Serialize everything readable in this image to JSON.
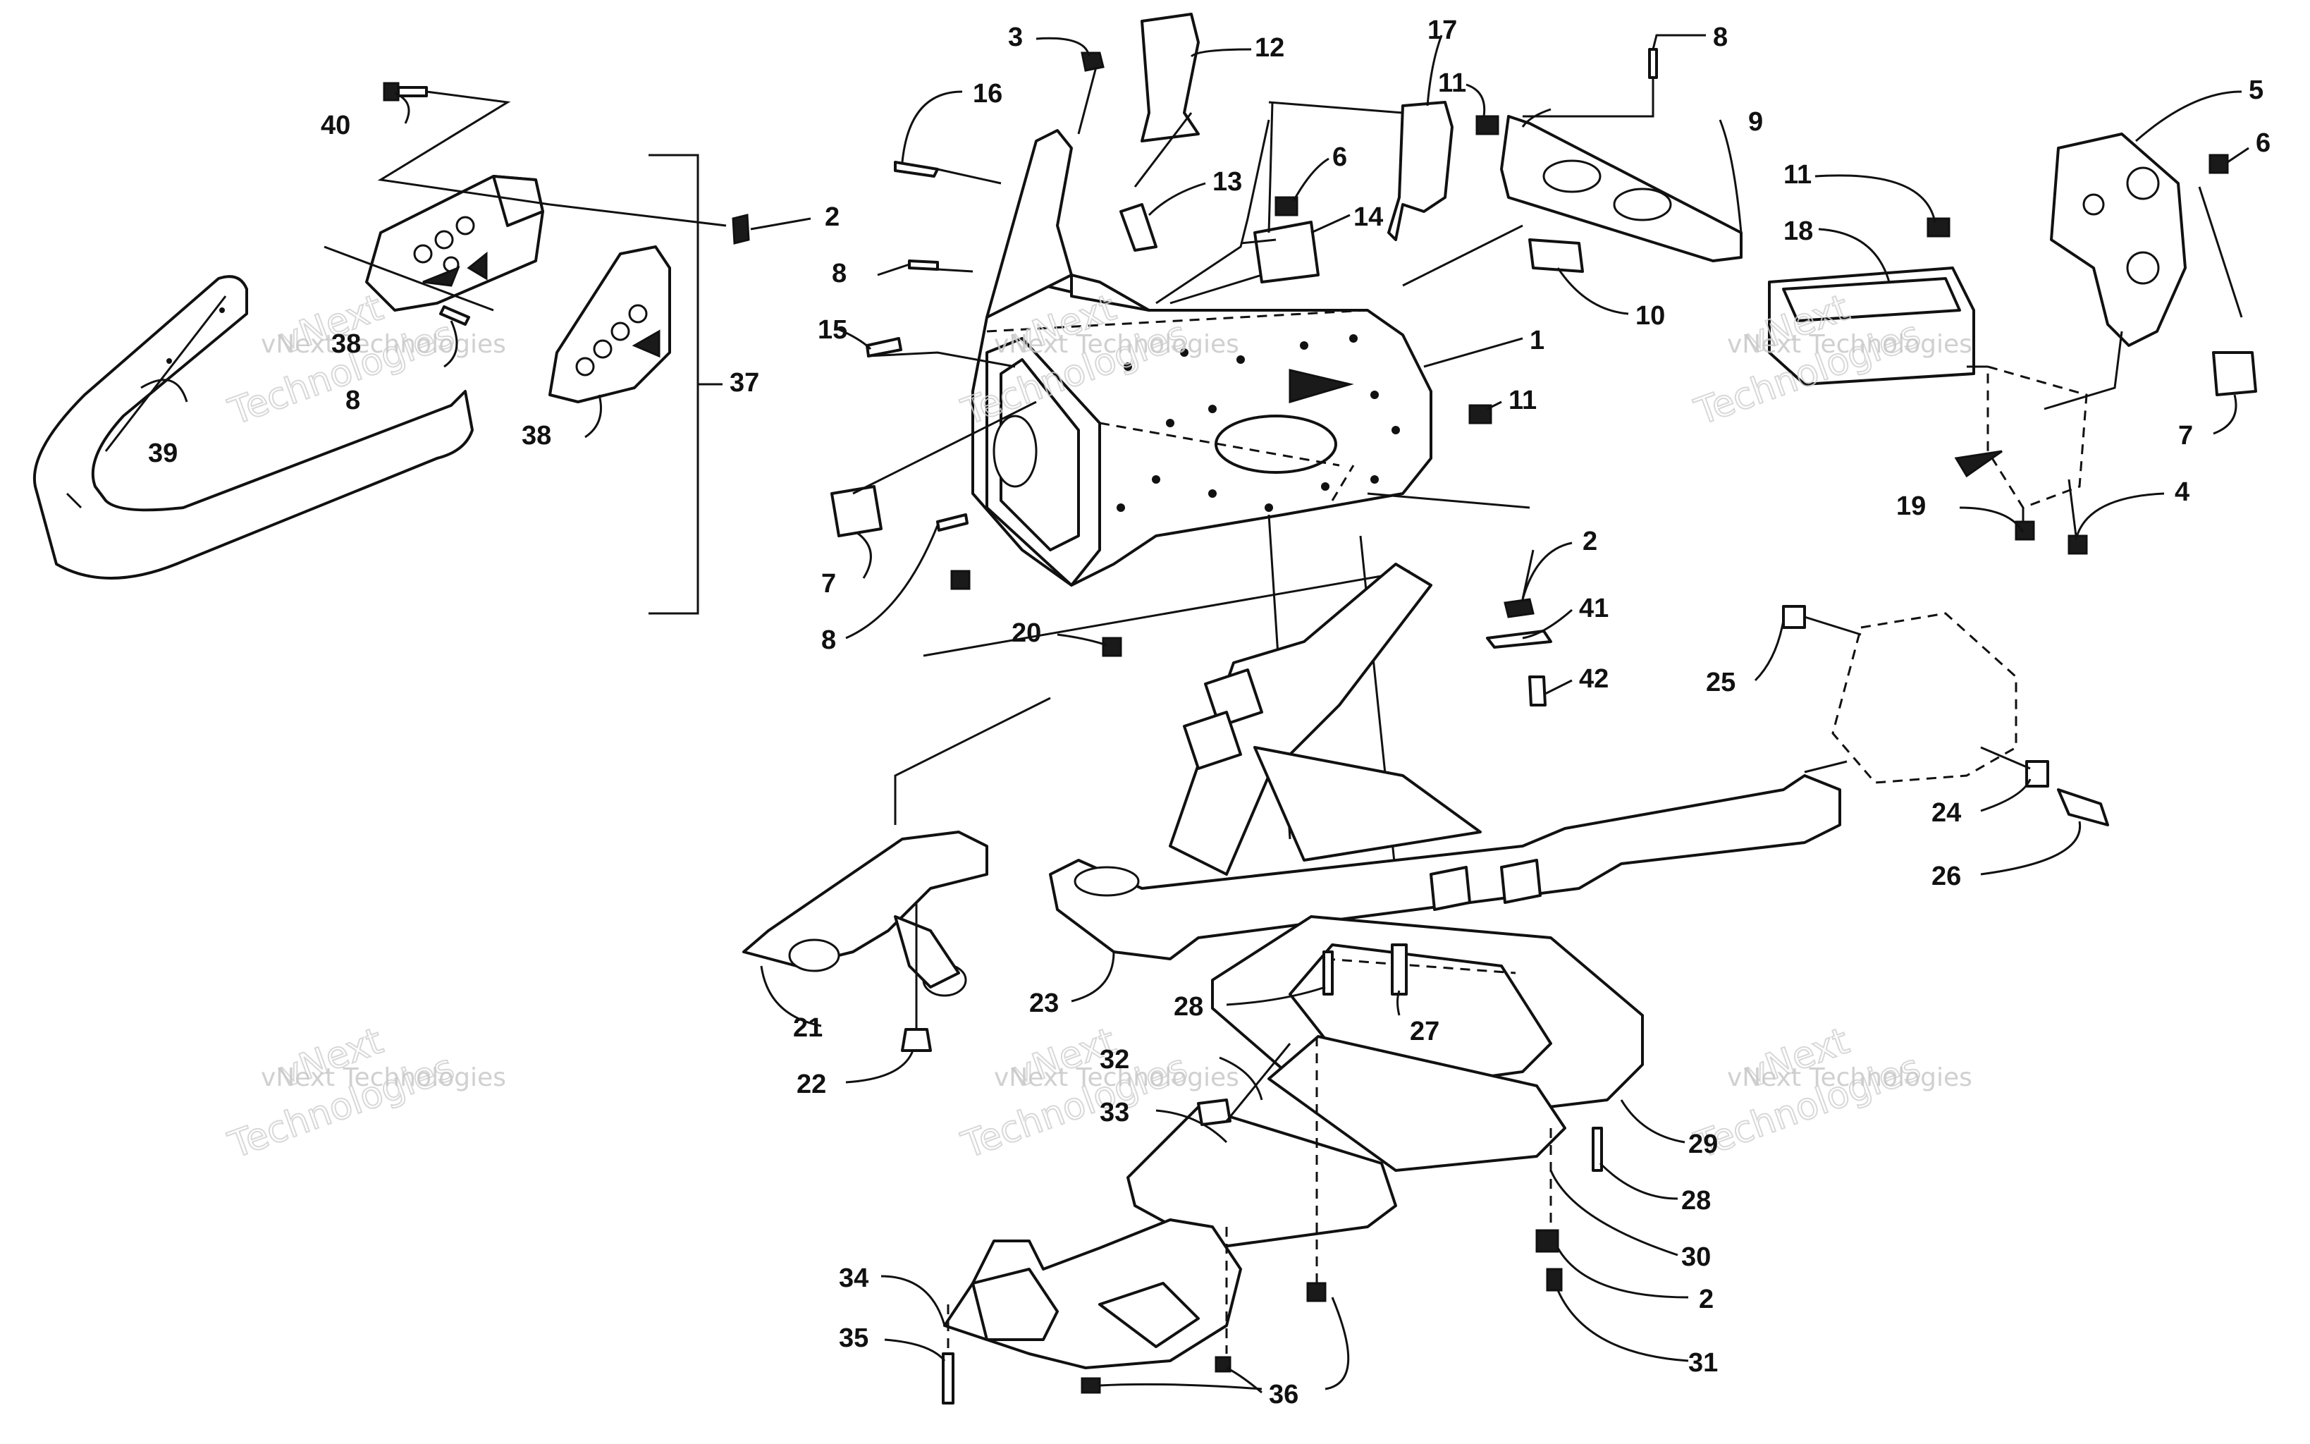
{
  "watermark": {
    "line1": "vNext",
    "line2": "vNext Technologies",
    "line3": "Technologies"
  },
  "callouts": {
    "c1": "1",
    "c2a": "2",
    "c2b": "2",
    "c2c": "2",
    "c3": "3",
    "c4": "4",
    "c5": "5",
    "c6a": "6",
    "c6b": "6",
    "c7a": "7",
    "c7b": "7",
    "c8a": "8",
    "c8b": "8",
    "c8c": "8",
    "c8d": "8",
    "c9": "9",
    "c10": "10",
    "c11a": "11",
    "c11b": "11",
    "c11c": "11",
    "c12": "12",
    "c13": "13",
    "c14": "14",
    "c15": "15",
    "c16": "16",
    "c17": "17",
    "c18": "18",
    "c19": "19",
    "c20": "20",
    "c21": "21",
    "c22": "22",
    "c23": "23",
    "c24": "24",
    "c25": "25",
    "c26": "26",
    "c27": "27",
    "c28a": "28",
    "c28b": "28",
    "c29": "29",
    "c30": "30",
    "c31": "31",
    "c32": "32",
    "c33": "33",
    "c34": "34",
    "c35": "35",
    "c36": "36",
    "c37": "37",
    "c38a": "38",
    "c38b": "38",
    "c39": "39",
    "c40": "40",
    "c41": "41",
    "c42": "42"
  }
}
